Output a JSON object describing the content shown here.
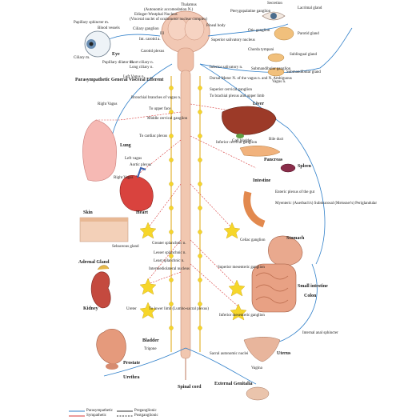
{
  "labels": {
    "thalamus": "Thalamus",
    "autonomic_accommodation": "(Autonomic accomodation N.)",
    "edinger_westphal": "Edinger-Westphal Nucleus",
    "oculomotor_complex": "(Visceral nuclei of oculomotor nuclear complex)",
    "papillary_sphincter": "Papillary sphincter m.",
    "blood_vessels": "Blood vessels",
    "ciliary_m": "Ciliary m.",
    "pupillary_dilator": "Pupillary dilator m.",
    "eye": "Eye",
    "ciliary_ganglion": "Ciliary ganglion",
    "int_carotid": "Int. carotid a.",
    "carotid_plexus": "Carotid plexus",
    "short_ciliary": "Short ciliary n.",
    "long_ciliary": "Long ciliary n.",
    "left_vagus_n": "Left Vagus n.",
    "iii": "III",
    "pineal_body": "Pineal body",
    "pterygopalatine": "Pterygopalatine ganglion",
    "secretion": "Secretion",
    "lacrimal_gland": "Lacrimal gland",
    "parotid_gland": "Parotid gland",
    "otic_ganglion": "Otic ganglion",
    "chorda_tympani": "Chorda tympani",
    "sublingual_gland": "Sublingual gland",
    "submandibular_ganglion": "Submandibular ganglion",
    "submandibular_gland": "Submandibular gland",
    "superior_salivatory": "Superior salivatory nucleus",
    "inferior_salivatory": "Inferior salivatory n.",
    "dorsal_motor_vagus": "Dorsal Motor N. of the vagus n. and N. Ambiguous",
    "vagus_n": "Vagus n.",
    "parasympathetic_efferent": "Parasympathetic General Visceral Efferent",
    "bronchial_branches": "Bronchial branches of vagus n.",
    "to_upper_face": "To upper face",
    "middle_cervical": "Middle cervical ganglion",
    "right_vagus": "Right Vagus",
    "lung": "Lung",
    "superior_cervical": "Superior cervical ganglion",
    "to_cardiac_plexus": "To cardiac plexus",
    "inferior_cervical": "Inferior cervical ganglion",
    "aortic_plexus": "Aortic plexus",
    "left_vagus": "Left vagus",
    "right_vagus_2": "Right Vagus",
    "heart": "Heart",
    "liver": "Liver",
    "gall_bladder": "Gall bladder",
    "bile_duct": "Bile duct",
    "pancreas": "Pancreas",
    "spleen": "Spleen",
    "intestine": "Intestine",
    "enteric_plexus": "Enteric plexus of the gut",
    "myenteric": "Myenteric (Auerbach's) Submucosal (Meissner's) Periglandular",
    "skin": "Skin",
    "sebaceous_gland": "Sebaceous gland",
    "celiac_ganglion": "Celiac ganglion",
    "stomach": "Stomach",
    "greater_splanchnic": "Greater splanchnic n.",
    "lesser_splanchnic": "Lesser splanchnic n.",
    "least_splanchnic": "Least splanchnic n.",
    "intermediolateral": "Intermediolateral nucleus",
    "adrenal_gland": "Adrenal Gland",
    "superior_mesenteric": "Superior mesenteric ganglion",
    "kidney": "Kidney",
    "ureter": "Ureter",
    "to_lower_limb": "To lower limb (Lumbo-sacral plexus)",
    "inferior_mesenteric": "Inferior mesenteric ganglion",
    "small_intestine": "Small intestine",
    "colon": "Colon",
    "internal_anal_sphincter": "Internal anal sphincter",
    "bladder": "Bladder",
    "trigone": "Trigone",
    "prostate": "Prostate",
    "urethra": "Urethra",
    "sacral_autonomic": "Sacral autonomic nuclei",
    "spinal_cord": "Spinal cord",
    "uterus": "Uterus",
    "vagina": "Vagina",
    "external_genitalia": "External Genitalia",
    "to_brachial": "To brachial plexus and upper limb"
  },
  "legend": {
    "parasympathetic": "Parasympathetic",
    "sympathetic": "Sympathetic",
    "preganglionic": "Preganglionic",
    "postganglionic": "Postganglionic"
  },
  "colors": {
    "parasympathetic": "#2f7fc9",
    "sympathetic": "#d73a3a",
    "cord": "#f1c7b0",
    "ganglion": "#f6d62a",
    "nerve_yellow": "#e8c840"
  }
}
